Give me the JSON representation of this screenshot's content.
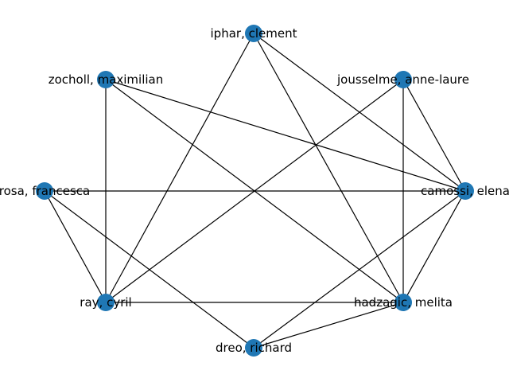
{
  "graph": {
    "node_color": "#1f77b4",
    "edge_color": "#000000",
    "nodes": [
      {
        "id": "iphar",
        "label": "iphar, clement"
      },
      {
        "id": "zocholl",
        "label": "zocholl, maximilian"
      },
      {
        "id": "jousselme",
        "label": "jousselme, anne-laure"
      },
      {
        "id": "rosa",
        "label": "rosa, francesca"
      },
      {
        "id": "camossi",
        "label": "camossi, elena"
      },
      {
        "id": "ray",
        "label": "ray, cyril"
      },
      {
        "id": "hadzagic",
        "label": "hadzagic, melita"
      },
      {
        "id": "dreo",
        "label": "dreo, richard"
      }
    ],
    "edges": [
      [
        "iphar",
        "ray"
      ],
      [
        "iphar",
        "hadzagic"
      ],
      [
        "iphar",
        "camossi"
      ],
      [
        "zocholl",
        "ray"
      ],
      [
        "zocholl",
        "camossi"
      ],
      [
        "zocholl",
        "hadzagic"
      ],
      [
        "jousselme",
        "ray"
      ],
      [
        "jousselme",
        "hadzagic"
      ],
      [
        "jousselme",
        "camossi"
      ],
      [
        "rosa",
        "camossi"
      ],
      [
        "rosa",
        "ray"
      ],
      [
        "rosa",
        "dreo"
      ],
      [
        "camossi",
        "hadzagic"
      ],
      [
        "camossi",
        "dreo"
      ],
      [
        "ray",
        "hadzagic"
      ],
      [
        "hadzagic",
        "dreo"
      ]
    ]
  }
}
